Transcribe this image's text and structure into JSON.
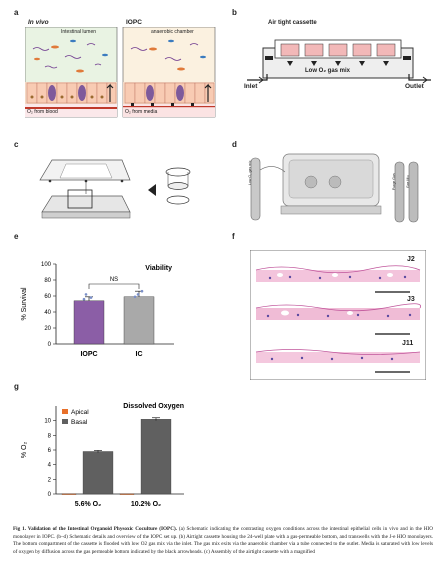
{
  "panel_labels": {
    "a": "a",
    "b": "b",
    "c": "c",
    "d": "d",
    "e": "e",
    "f": "f",
    "g": "g"
  },
  "panel_a": {
    "in_vivo_title": "In vivo",
    "iopc_title": "IOPC",
    "lumen_label": "Intestinal lumen",
    "chamber_label": "anaerobic chamber",
    "o2_blood": "O₂ from blood",
    "o2_media": "O₂ from media"
  },
  "panel_b": {
    "title": "Air tight cassette",
    "inlet": "Inlet",
    "outlet": "Outlet",
    "gas_label": "Low O₂ gas mix"
  },
  "panel_d": {
    "tank1": "Low O₂ gas mix",
    "tank2": "Purge Gas",
    "tank3": "Gas Mix"
  },
  "panel_f": {
    "labels": [
      "J2",
      "J3",
      "J11"
    ]
  },
  "colors": {
    "iopc_bar": "#8b5ea6",
    "ic_bar": "#a9a9a9",
    "apical": "#e8702a",
    "basal": "#606060",
    "blood_red": "#c0392b",
    "he_pink": "#e6a0c8"
  },
  "chart_data": [
    {
      "type": "bar",
      "title": "Viability",
      "categories": [
        "IOPC",
        "IC"
      ],
      "values": [
        54,
        59
      ],
      "errors": [
        5,
        7
      ],
      "ylabel": "% Survival",
      "ylim": [
        0,
        100
      ],
      "yticks": [
        0,
        20,
        40,
        60,
        80,
        100
      ],
      "significance": "NS",
      "colors": [
        "#8b5ea6",
        "#a9a9a9"
      ]
    },
    {
      "type": "bar",
      "title": "Dissolved Oxygen",
      "categories": [
        "5.6% O₂",
        "10.2% O₂"
      ],
      "series": [
        {
          "name": "Apical",
          "values": [
            0.05,
            0.05
          ],
          "errors": [
            0,
            0
          ]
        },
        {
          "name": "Basal",
          "values": [
            5.8,
            10.2
          ],
          "errors": [
            0.15,
            0.2
          ]
        }
      ],
      "ylabel": "% O₂",
      "ylim": [
        0,
        12
      ],
      "yticks": [
        0,
        2,
        4,
        6,
        8,
        10
      ],
      "legend": "top-left"
    }
  ],
  "caption": {
    "title": "Fig 1. Validation of the Intestinal Organoid Physoxic Coculture (IOPC).",
    "body": " (a) Schematic indicating the contrasting oxygen conditions across the intestinal epithelial cells in vivo and in the HIO monolayer in IOPC. (b–d) Schematic details and overview of the IOPC set up. (b) Airtight cassette housing the 24-well plate with a gas-permeable bottom, and transwells with the J-e HIO monolayers. The bottom compartment of the cassette is flooded with low O2 gas mix via the inlet. The gas mix exits via the anaerobic chamber via a tube connected to the outlet. Media is saturated with low levels of oxygen by diffusion across the gas permeable bottom indicated by the black arrowheads. (c) Assembly of the airtight cassette with a magnified"
  }
}
